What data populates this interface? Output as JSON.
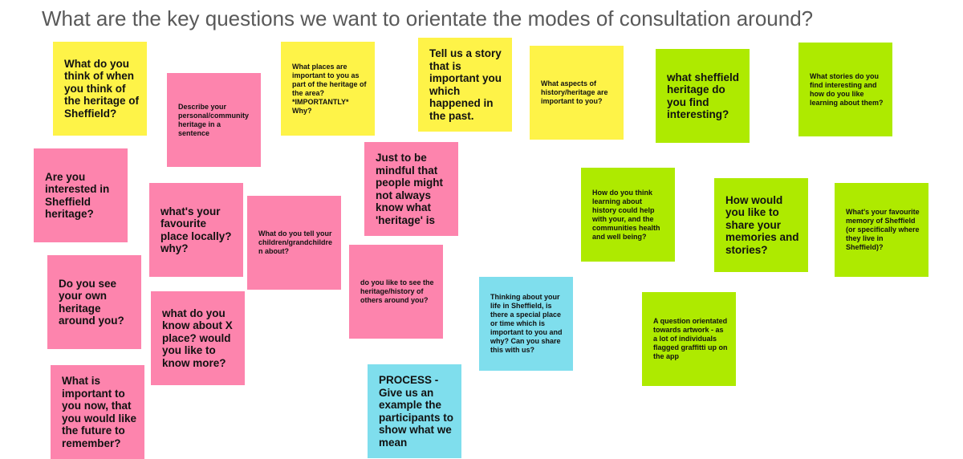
{
  "title": "What are the key questions we want to orientate the modes of consultation around?",
  "colors": {
    "yellow": "#fef348",
    "pink": "#fd84ad",
    "green": "#aeea00",
    "cyan": "#7fdeed",
    "title_text": "#595959"
  },
  "notes": {
    "y1": "What do you think of when you think of the heritage of Sheffield?",
    "p1": "Describe your personal/community heritage in a sentence",
    "y2": "What places are important to you as part of the heritage of the area? *IMPORTANTLY* Why?",
    "y3": "Tell us a story that is important you which happened in the past.",
    "y4": "What aspects of history/heritage are important to you?",
    "g1": "what sheffield heritage do you find interesting?",
    "g2": "What stories do you find interesting and how do you like learning about them?",
    "p2": "Are you interested in Sheffield heritage?",
    "p3": "Just to be mindful that people might not always know what 'heritage' is",
    "p4": "what's your favourite place locally? why?",
    "p5": "What do you tell your children/grandchildre n about?",
    "g3": "How do you think learning about history could help with your, and the communities health and well being?",
    "g4": "How would you like to share your memories and stories?",
    "g5": "What's your favourite memory of Sheffield (or specifically where they live in Sheffield)?",
    "p6": "Do you see your own heritage around you?",
    "p7": "do you like to see the heritage/history of others around you?",
    "c1": "Thinking about your life in Sheffield, is there a special place or time which is important to you and why? Can you share this with us?",
    "g6": "A question orientated towards artwork - as a lot of individuals flagged graffitti up on the app",
    "p8": "what do you know about X place? would you like to know more?",
    "p9": "What is important to you now, that you would like the future to remember?",
    "c2": "PROCESS - Give us an example the participants to show what we mean"
  }
}
